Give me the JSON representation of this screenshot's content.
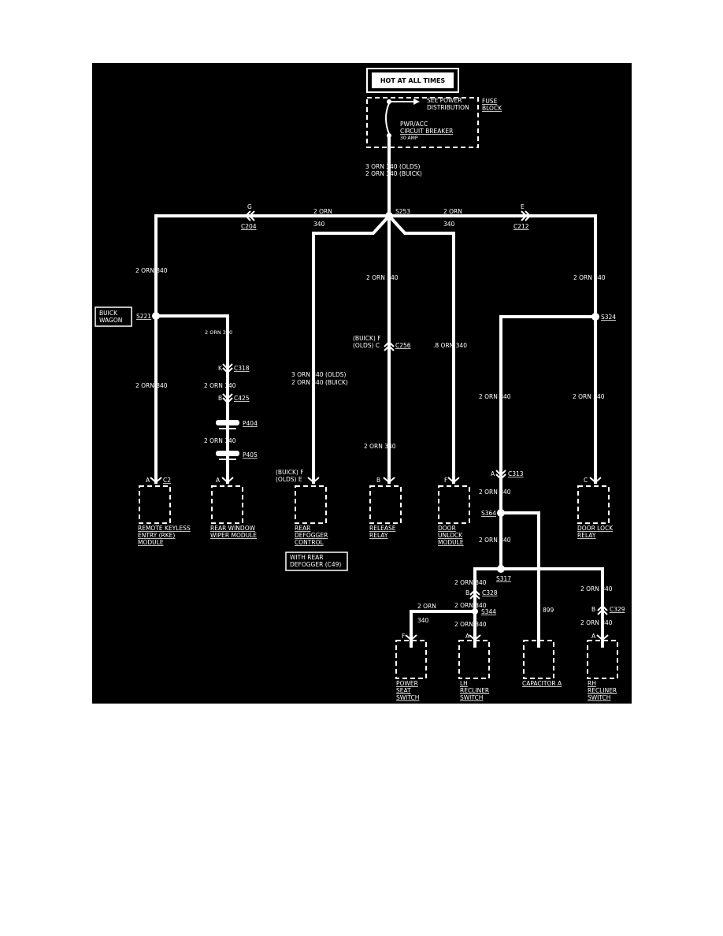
{
  "power": {
    "hot_label": "HOT AT ALL TIMES",
    "fuse_block": [
      "FUSE",
      "BLOCK"
    ],
    "see_power": [
      "SEE POWER",
      "DISTRIBUTION"
    ],
    "breaker": [
      "PWR/ACC",
      "CIRCUIT BREAKER",
      "30 AMP"
    ],
    "feed_wire": [
      "3 ORN   340 (OLDS)",
      "2 ORN   340 (BUICK)"
    ]
  },
  "splices": {
    "s253": "S253",
    "s221": "S221",
    "s324": "S324",
    "s364": "S364",
    "s317": "S317",
    "s344": "S344"
  },
  "connectors": {
    "c204": "C204",
    "c204_pin": "G",
    "c212": "C212",
    "c212_pin": "E",
    "c318": "C318",
    "c318_pin": "K",
    "c425": "C425",
    "c425_pin": "B",
    "p404": "P404",
    "p405": "P405",
    "c256": "C256",
    "c256_pins": [
      "(BUICK) F",
      "(OLDS) C"
    ],
    "c313": "C313",
    "c313_pin": "A",
    "c328": "C328",
    "c328_pin": "B",
    "c329": "C329",
    "c329_pin": "B"
  },
  "wire_labels": {
    "left_2orn": "2 ORN",
    "left_340": "340",
    "right_2orn": "2 ORN",
    "right_340": "340",
    "w1": "2 ORN   340",
    "w2": "2 ORN   340",
    "w3": "2 ORN   340",
    "w4": "2 ORN   340",
    "w_s221_a": "2 ORN   340",
    "w_s221_b": "2 ORN   340",
    "w_s221_c": "2 ORN   340",
    "w_s221_d": "2 ORN   340",
    "w_defog": [
      "3 ORN   340 (OLDS)",
      "2 ORN   340 (BUICK)"
    ],
    "w_center": "2 ORN   340",
    "w_release": "2 ORN   340",
    "w_door_unlock": ".8 ORN   340",
    "w_s324_l": "2 ORN   340",
    "w_s324_r": "2 ORN   340",
    "w_c313": "2 ORN   340",
    "w_s364": "2 ORN   340",
    "w_c328_top": "2 ORN   340",
    "w_c328_bot": "2 ORN   340",
    "w_power_seat_h": "2 ORN",
    "w_power_seat_v": "340",
    "w_lh": "2 ORN   340",
    "w_899": "899",
    "w_rh_top": "2 ORN   340",
    "w_rh_bot": "2 ORN   340"
  },
  "buick_wagon": [
    "BUICK",
    "WAGON"
  ],
  "with_rear_defogger": [
    "WITH REAR",
    "DEFOGGER (C49)"
  ],
  "components": [
    {
      "pin": "A",
      "conn": "C2",
      "label": [
        "REMOTE KEYLESS",
        "ENTRY (RKE)",
        "MODULE"
      ]
    },
    {
      "pin": "A",
      "conn": "",
      "label": [
        "REAR WINDOW",
        "WIPER MODULE"
      ]
    },
    {
      "pin": "(BUICK) F",
      "pin2": "(OLDS) E",
      "conn": "",
      "label": [
        "REAR",
        "DEFOGGER",
        "CONTROL"
      ]
    },
    {
      "pin": "B",
      "conn": "",
      "label": [
        "RELEASE",
        "RELAY"
      ]
    },
    {
      "pin": "F",
      "conn": "",
      "label": [
        "DOOR",
        "UNLOCK",
        "MODULE"
      ]
    },
    {
      "pin": "C",
      "conn": "",
      "label": [
        "DOOR LOCK",
        "RELAY"
      ]
    },
    {
      "pin": "F",
      "conn": "",
      "label": [
        "POWER",
        "SEAT",
        "SWITCH"
      ]
    },
    {
      "pin": "A",
      "conn": "",
      "label": [
        "LH",
        "RECLINER",
        "SWITCH"
      ]
    },
    {
      "pin": "",
      "conn": "",
      "label": [
        "CAPACITOR A"
      ]
    },
    {
      "pin": "A",
      "conn": "",
      "label": [
        "RH",
        "RECLINER",
        "SWITCH"
      ]
    }
  ]
}
